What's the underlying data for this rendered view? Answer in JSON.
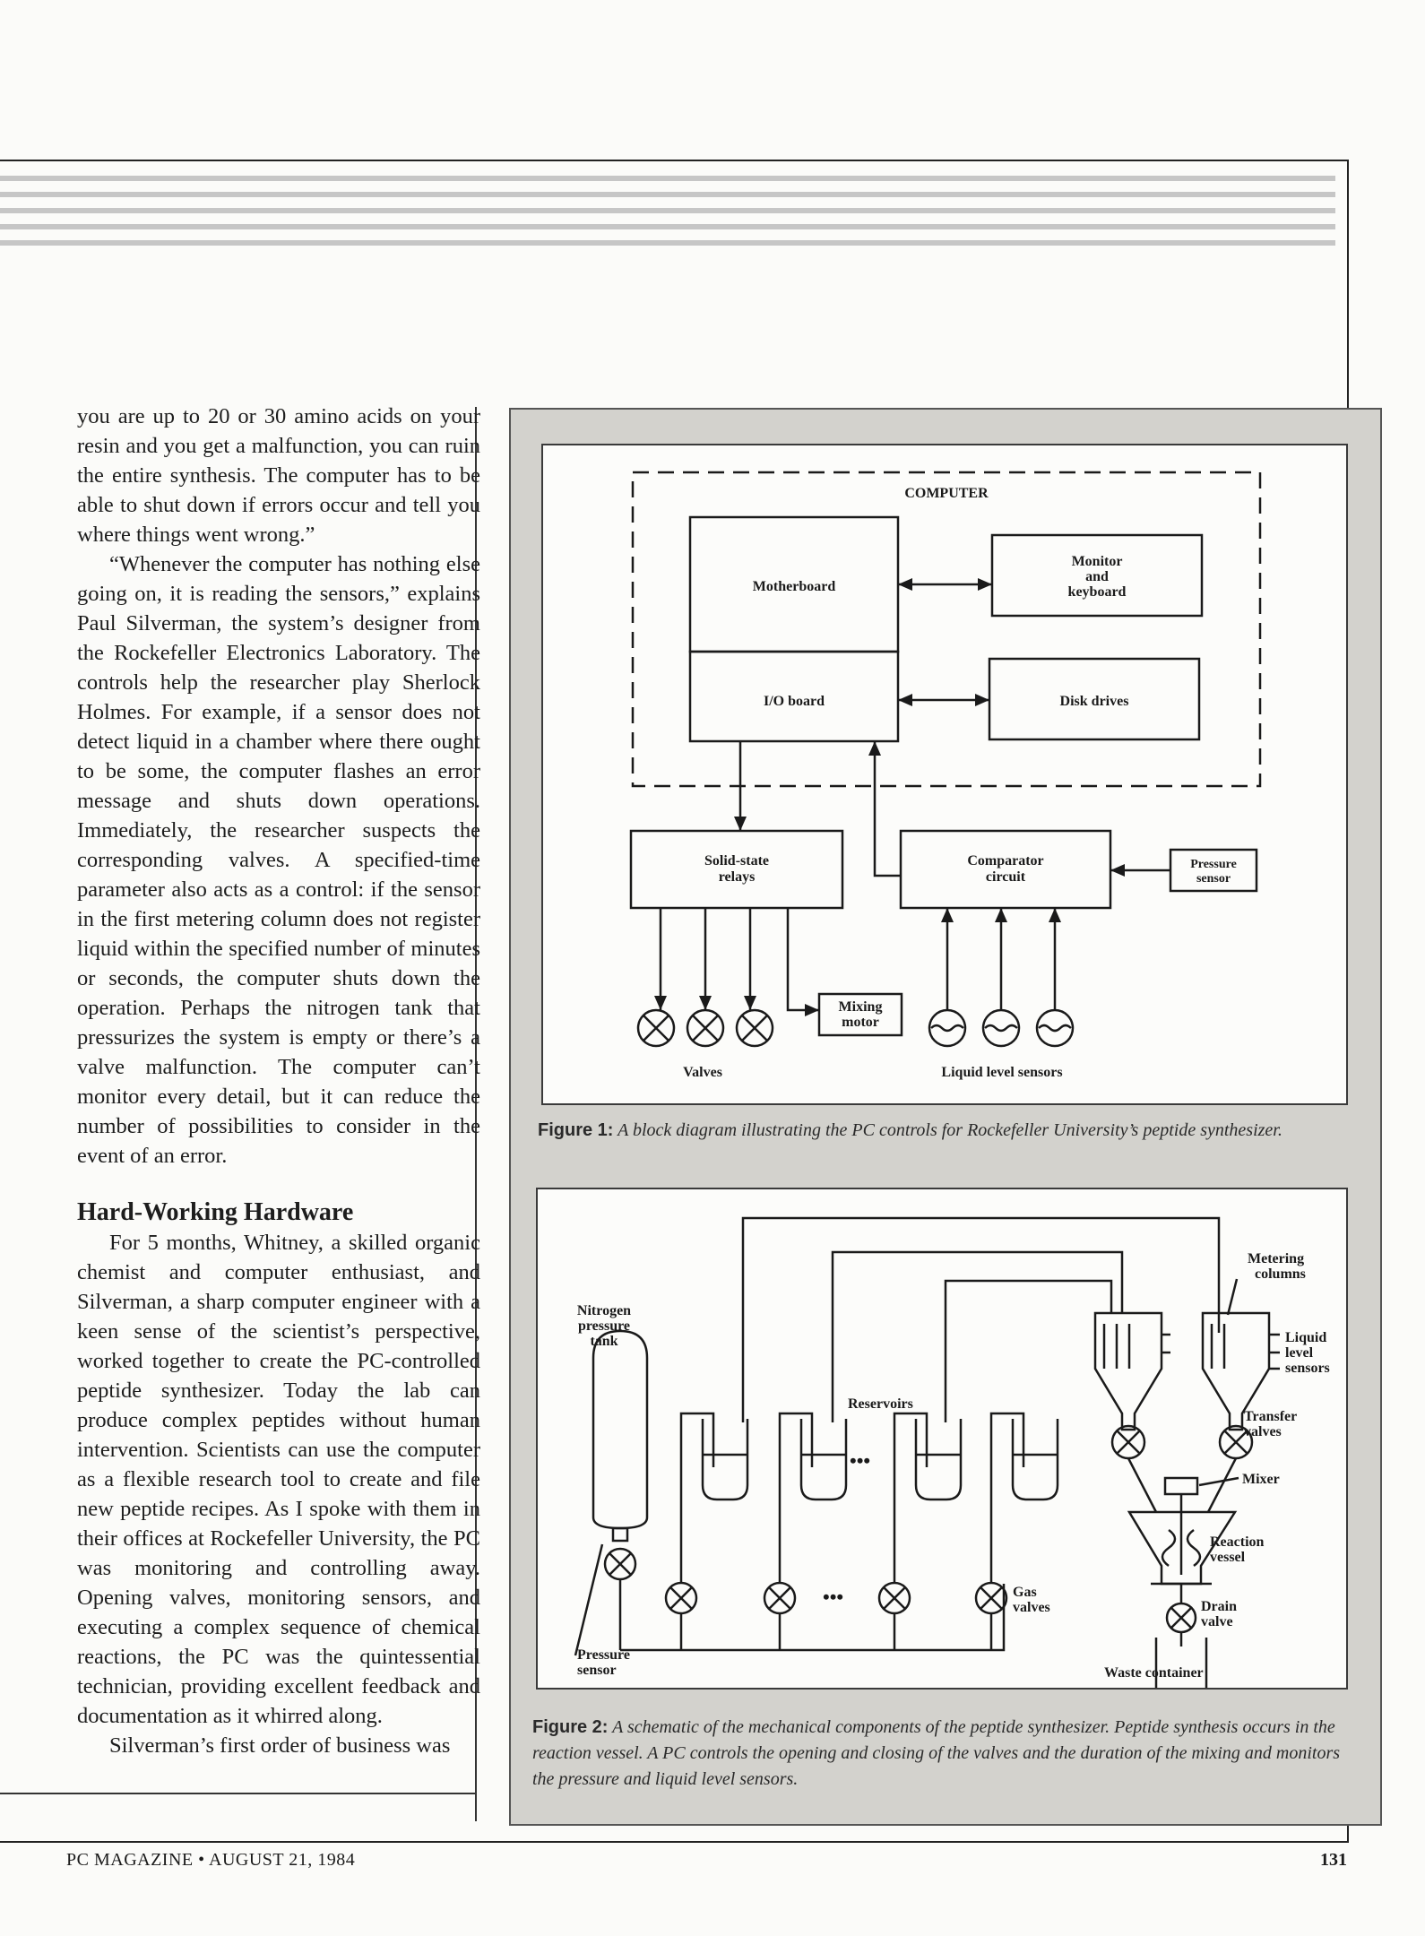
{
  "body_text": {
    "paragraphs": [
      "you are up to 20 or 30 amino acids on your resin and you get a malfunction, you can ruin the entire synthesis. The computer has to be able to shut down if errors occur and tell you where things went wrong.”",
      "“Whenever the computer has nothing else going on, it is reading the sensors,” explains Paul Silverman, the system’s designer from the Rockefeller Electronics Laboratory. The controls help the researcher play Sherlock Holmes. For example, if a sensor does not detect liquid in a chamber where there ought to be some, the computer flashes an error message and shuts down operations. Immediately, the researcher suspects the corresponding valves. A specified-time parameter also acts as a control: if the sensor in the first metering column does not register liquid within the specified number of minutes or seconds, the computer shuts down the operation. Perhaps the nitrogen tank that pressurizes the system is empty or there’s a valve malfunction. The computer can’t monitor every detail, but it can reduce the number of possibilities to consider in the event of an error."
    ],
    "heading": "Hard-Working Hardware",
    "paragraphs2": [
      "For 5 months, Whitney, a skilled organic chemist and computer enthusiast, and Silverman, a sharp computer engineer with a keen sense of the scientist’s perspective, worked together to create the PC-controlled peptide synthesizer. Today the lab can produce complex peptides without human intervention. Scientists can use the computer as a flexible research tool to create and file new peptide recipes. As I spoke with them in their offices at Rockefeller University, the PC was monitoring and controlling away. Opening valves, monitoring sensors, and executing a complex sequence of chemical reactions, the PC was the quintessential technician, providing excellent feedback and documentation as it whirred along.",
      "Silverman’s first order of business was"
    ]
  },
  "figure1": {
    "labels": {
      "computer": "COMPUTER",
      "motherboard": "Motherboard",
      "monitor_l1": "Monitor",
      "monitor_l2": "and",
      "monitor_l3": "keyboard",
      "io_board": "I/O board",
      "disk_drives": "Disk drives",
      "relays_l1": "Solid-state",
      "relays_l2": "relays",
      "comparator_l1": "Comparator",
      "comparator_l2": "circuit",
      "pressure_l1": "Pressure",
      "pressure_l2": "sensor",
      "mixing_l1": "Mixing",
      "mixing_l2": "motor",
      "valves": "Valves",
      "liquid_sensors": "Liquid level sensors"
    },
    "caption_label": "Figure 1:",
    "caption_text": "A block diagram illustrating the PC controls for Rockefeller University’s peptide synthesizer."
  },
  "figure2": {
    "labels": {
      "metering_l1": "Metering",
      "metering_l2": "columns",
      "nitrogen_l1": "Nitrogen",
      "nitrogen_l2": "pressure",
      "nitrogen_l3": "tank",
      "liquid_l1": "Liquid",
      "liquid_l2": "level",
      "liquid_l3": "sensors",
      "reservoirs": "Reservoirs",
      "transfer_l1": "Transfer",
      "transfer_l2": "valves",
      "mixer": "Mixer",
      "reaction_l1": "Reaction",
      "reaction_l2": "vessel",
      "drain_l1": "Drain",
      "drain_l2": "valve",
      "gas_l1": "Gas",
      "gas_l2": "valves",
      "pressure_l1": "Pressure",
      "pressure_l2": "sensor",
      "waste": "Waste container",
      "dots": "•••"
    },
    "caption_label": "Figure 2:",
    "caption_text": "A schematic of the mechanical components of the peptide synthesizer. Peptide synthesis occurs in the reaction vessel. A PC controls the opening and closing of the valves and the duration of the mixing and monitors the pressure and liquid level sensors."
  },
  "footer": {
    "left": "PC MAGAZINE • AUGUST 21, 1984",
    "page_number": "131"
  }
}
